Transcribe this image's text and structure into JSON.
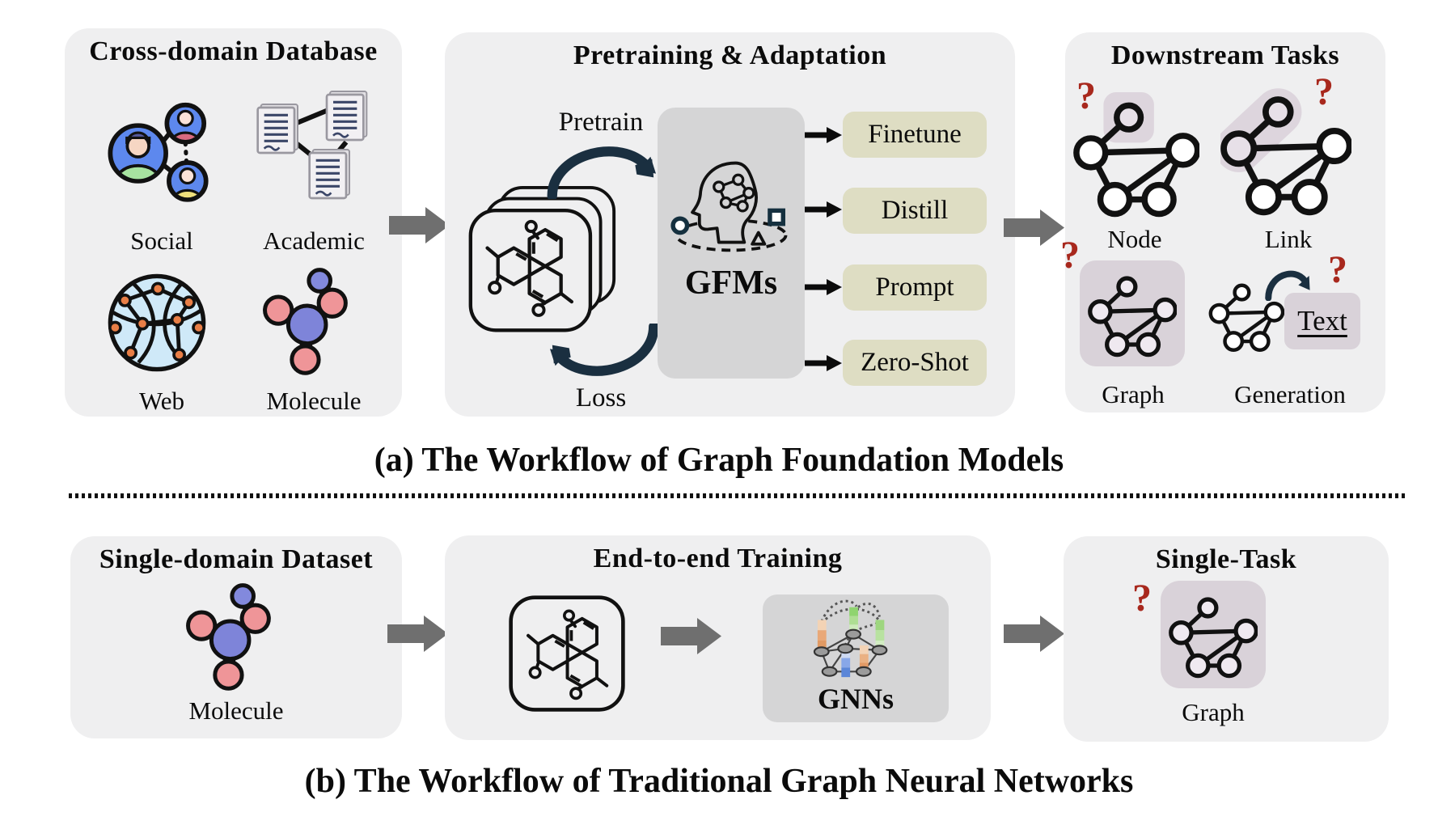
{
  "figure": {
    "section_a": {
      "caption": "(a) The Workflow of Graph Foundation Models",
      "database_panel": {
        "title": "Cross-domain Database",
        "items": [
          {
            "label": "Social"
          },
          {
            "label": "Academic"
          },
          {
            "label": "Web"
          },
          {
            "label": "Molecule"
          }
        ]
      },
      "pretraining_panel": {
        "title": "Pretraining & Adaptation",
        "pretrain_label": "Pretrain",
        "loss_label": "Loss",
        "model_label": "GFMs",
        "methods": [
          {
            "label": "Finetune"
          },
          {
            "label": "Distill"
          },
          {
            "label": "Prompt"
          },
          {
            "label": "Zero-Shot"
          }
        ]
      },
      "downstream_panel": {
        "title": "Downstream Tasks",
        "tasks": [
          {
            "label": "Node"
          },
          {
            "label": "Link"
          },
          {
            "label": "Graph"
          },
          {
            "label": "Generation"
          }
        ],
        "text_box_label": "Text"
      }
    },
    "section_b": {
      "caption": "(b) The Workflow of Traditional Graph Neural Networks",
      "dataset_panel": {
        "title": "Single-domain Dataset",
        "item_label": "Molecule"
      },
      "training_panel": {
        "title": "End-to-end Training",
        "model_label": "GNNs"
      },
      "task_panel": {
        "title": "Single-Task",
        "task_label": "Graph"
      }
    },
    "question_mark": "?"
  },
  "colors": {
    "panel_bg": "#efeff0",
    "model_box_bg": "#d5d5d6",
    "method_bg": "#deddc3",
    "highlight": "#ddd5dd",
    "task_box": "#d9d2d9",
    "navy": "#1a2f40",
    "gray_arrow": "#6f6f6f",
    "question_red": "#a8281d"
  }
}
